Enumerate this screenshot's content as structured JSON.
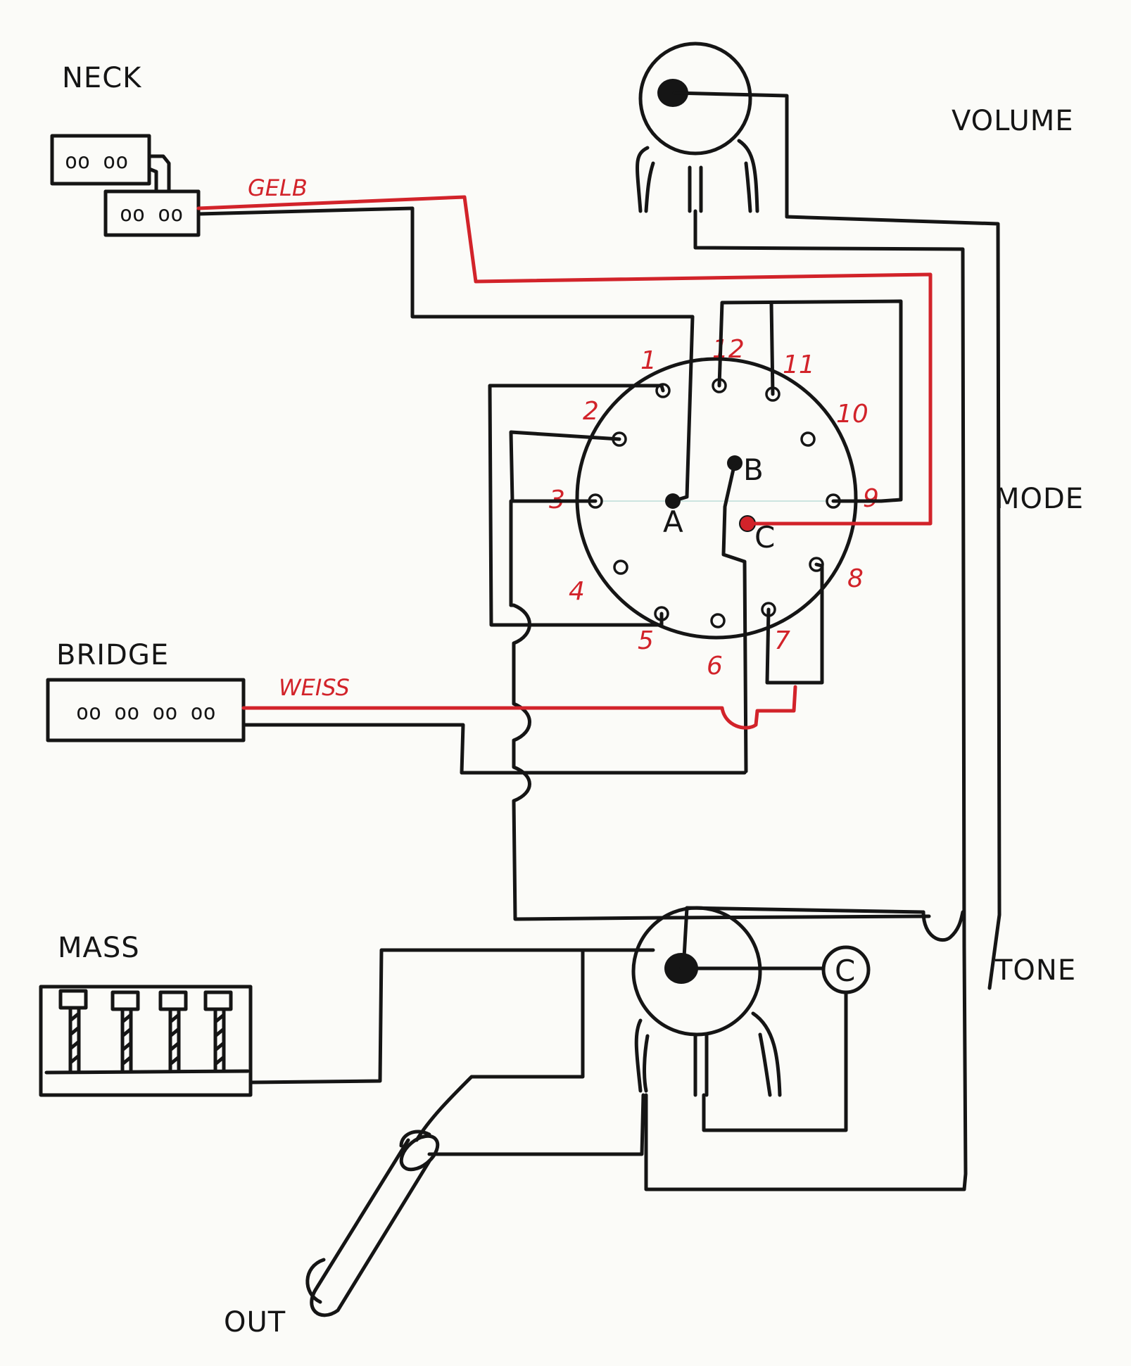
{
  "labels": {
    "neck": "NECK",
    "volume": "VOLUME",
    "bridge": "BRIDGE",
    "mode": "MODE",
    "mass": "MASS",
    "tone": "TONE",
    "out": "OUT"
  },
  "wire_labels": {
    "gelb": "GELB",
    "weiss": "WEISS"
  },
  "switch": {
    "pins": [
      "1",
      "2",
      "3",
      "4",
      "5",
      "6",
      "7",
      "8",
      "9",
      "10",
      "11",
      "12"
    ],
    "commons": [
      "A",
      "B",
      "C"
    ]
  },
  "capacitor_label": "C",
  "coil_marks": {
    "neck": "oo oo",
    "bridge": "oo oo oo oo"
  },
  "colors": {
    "wire_black": "#151515",
    "wire_red": "#d2232a",
    "paper": "#fbfbf8"
  }
}
